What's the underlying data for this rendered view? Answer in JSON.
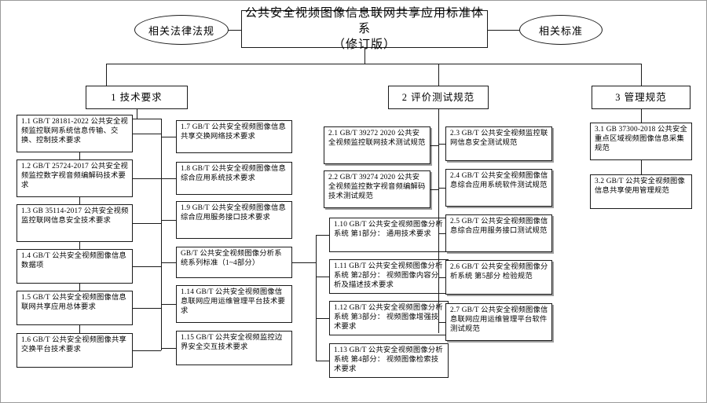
{
  "diagram": {
    "title": "公共安全视频图像信息联网共享应用标准体系（修订版）",
    "title_line1": "公共安全视频图像信息联网共享应用标准体系",
    "title_line2": "（修订版）",
    "left_ellipse": "相关法律法规",
    "right_ellipse": "相关标准",
    "categories": [
      {
        "id": "cat1",
        "label": "1 技术要求"
      },
      {
        "id": "cat2",
        "label": "2 评价测试规范"
      },
      {
        "id": "cat3",
        "label": "3 管理规范"
      }
    ],
    "tech_col1": [
      {
        "id": "1.1",
        "text": "1.1 GB/T 28181-2022 公共安全视频监控联网系统信息传输、交换、控制技术要求"
      },
      {
        "id": "1.2",
        "text": "1.2 GB/T 25724-2017 公共安全视频监控数字视音频编解码技术要求"
      },
      {
        "id": "1.3",
        "text": "1.3 GB 35114-2017 公共安全视频监控联网信息安全技术要求"
      },
      {
        "id": "1.4",
        "text": "1.4 GB/T 公共安全视频图像信息数据项"
      },
      {
        "id": "1.5",
        "text": "1.5 GB/T 公共安全视频图像信息联网共享应用总体要求"
      },
      {
        "id": "1.6",
        "text": "1.6 GB/T 公共安全视频图像共享交换平台技术要求"
      }
    ],
    "tech_col2": [
      {
        "id": "1.7",
        "text": "1.7 GB/T 公共安全视频图像信息共享交换网络技术要求"
      },
      {
        "id": "1.8",
        "text": "1.8 GB/T 公共安全视频图像信息综合应用系统技术要求"
      },
      {
        "id": "1.9",
        "text": "1.9 GB/T 公共安全视频图像信息综合应用服务接口技术要求"
      },
      {
        "id": "series",
        "text": "GB/T 公共安全视频图像分析系统系列标准（1~4部分）"
      },
      {
        "id": "1.14",
        "text": "1.14 GB/T 公共安全视频图像信息联网应用运维管理平台技术要求"
      },
      {
        "id": "1.15",
        "text": "1.15 GB/T 公共安全视频监控边界安全交互技术要求"
      }
    ],
    "tech_col3": [
      {
        "id": "1.10",
        "text": "1.10 GB/T 公共安全视频图像分析系统 第1部分： 通用技术要求"
      },
      {
        "id": "1.11",
        "text": "1.11 GB/T 公共安全视频图像分析系统 第2部分： 视频图像内容分析及描述技术要求"
      },
      {
        "id": "1.12",
        "text": "1.12 GB/T 公共安全视频图像分析系统 第3部分： 视频图像增强技术要求"
      },
      {
        "id": "1.13",
        "text": "1.13 GB/T 公共安全视频图像分析系统 第4部分： 视频图像检索技术要求"
      }
    ],
    "eval_col1": [
      {
        "id": "2.1",
        "text": "2.1 GB/T 39272 2020 公共安全视频监控联网技术测试规范"
      },
      {
        "id": "2.2",
        "text": "2.2 GB/T 39274 2020 公共安全视频监控数字视音频编解码技术测试规范"
      }
    ],
    "eval_col2": [
      {
        "id": "2.3",
        "text": "2.3 GB/T 公共安全视频监控联网信息安全测试规范"
      },
      {
        "id": "2.4",
        "text": "2.4 GB/T 公共安全视频图像信息综合应用系统软件测试规范"
      },
      {
        "id": "2.5",
        "text": "2.5 GB/T 公共安全视频图像信息综合应用服务接口测试规范"
      },
      {
        "id": "2.6",
        "text": "2.6 GB/T 公共安全视频图像分析系统 第5部分 检验规范"
      },
      {
        "id": "2.7",
        "text": "2.7 GB/T 公共安全视频图像信息联网应用运维管理平台软件测试规范"
      }
    ],
    "manage_col": [
      {
        "id": "3.1",
        "text": "3.1 GB 37300-2018 公共安全重点区域视频图像信息采集规范"
      },
      {
        "id": "3.2",
        "text": "3.2 GB/T 公共安全视频图像信息共享使用管理规范"
      }
    ],
    "colors": {
      "line": "#1a1a1a",
      "shadow": "#9d9d9d",
      "background": "#ffffff",
      "text": "#000000"
    }
  }
}
